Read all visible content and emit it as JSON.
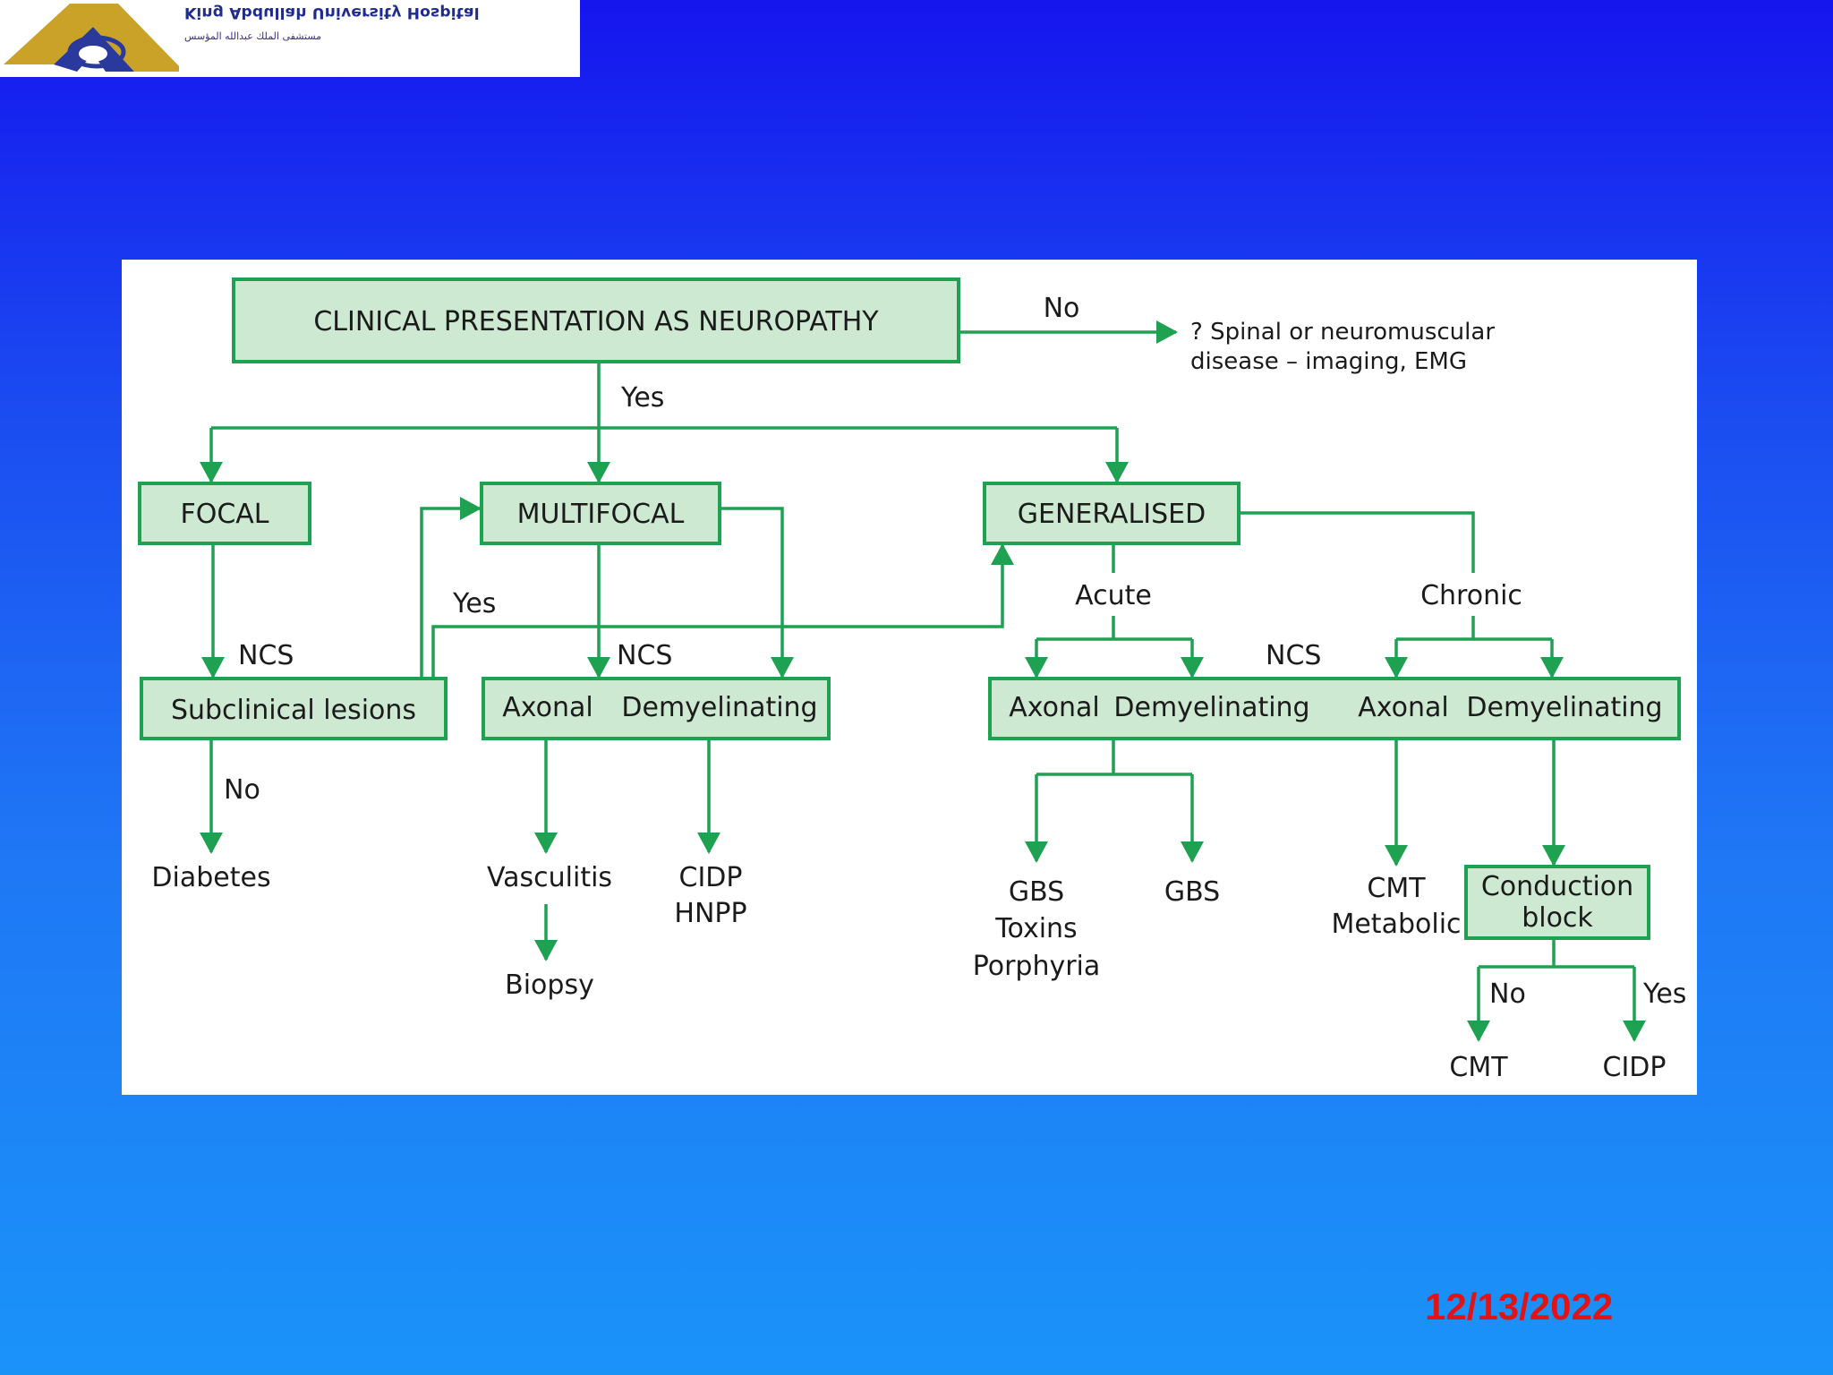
{
  "header": {
    "logo_title": "King Abdullah University Hospital",
    "logo_subtitle": "ﻣﺴﺘﺸﻔﻰ ﺍﻟﻤﻠﻚ ﻋﺒﺪﺍﻟﻠﻪ ﺍﻟﻤﺆﺳﺲ"
  },
  "flowchart": {
    "root": "CLINICAL PRESENTATION AS NEUROPATHY",
    "root_no": "No",
    "root_no_result_line1": "? Spinal or neuromuscular",
    "root_no_result_line2": "disease – imaging, EMG",
    "root_yes": "Yes",
    "focal": "FOCAL",
    "multifocal": "MULTIFOCAL",
    "generalised": "GENERALISED",
    "focal_ncs": "NCS",
    "subclinical": "Subclinical lesions",
    "subclinical_yes": "Yes",
    "subclinical_no": "No",
    "diabetes": "Diabetes",
    "multi_ncs": "NCS",
    "multi_axonal": "Axonal",
    "multi_demyelinating": "Demyelinating",
    "vasculitis": "Vasculitis",
    "biopsy": "Biopsy",
    "cidp_hnpp_line1": "CIDP",
    "cidp_hnpp_line2": "HNPP",
    "acute": "Acute",
    "chronic": "Chronic",
    "gen_ncs": "NCS",
    "gen_acute_axonal": "Axonal",
    "gen_acute_demyelinating": "Demyelinating",
    "gen_chronic_axonal": "Axonal",
    "gen_chronic_demyelinating": "Demyelinating",
    "gbs_line1": "GBS",
    "gbs_line2": "Toxins",
    "gbs_line3": "Porphyria",
    "gbs": "GBS",
    "cmt_line1": "CMT",
    "cmt_line2": "Metabolic",
    "conduction_line1": "Conduction",
    "conduction_line2": "block",
    "conduction_no": "No",
    "conduction_yes": "Yes",
    "cmt_final": "CMT",
    "cidp_final": "CIDP"
  },
  "footer": {
    "date": "12/13/2022"
  },
  "colors": {
    "accent_green": "#1fa152",
    "box_fill": "#cde9d2",
    "date_red": "#e01414"
  }
}
